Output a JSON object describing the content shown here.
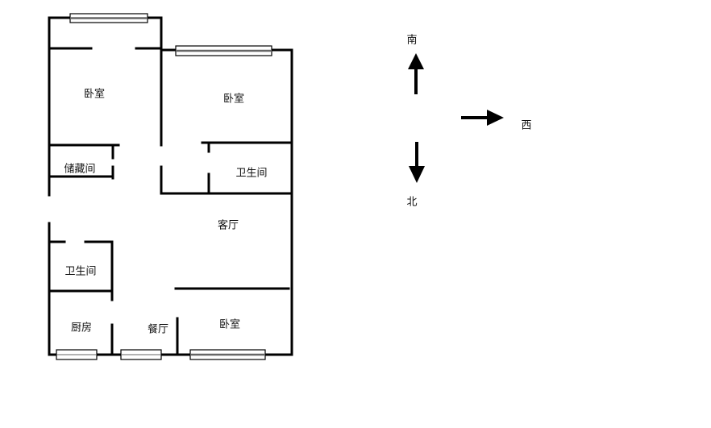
{
  "rooms": {
    "bedroom_nw": "卧室",
    "bedroom_ne": "卧室",
    "storage": "储藏间",
    "bathroom_east": "卫生间",
    "living_room": "客厅",
    "bathroom_west": "卫生间",
    "kitchen": "厨房",
    "dining_room": "餐厅",
    "bedroom_s": "卧室"
  },
  "compass": {
    "south": "南",
    "west": "西",
    "north": "北"
  },
  "colors": {
    "wall": "#000000",
    "window_fill": "#ffffff"
  }
}
